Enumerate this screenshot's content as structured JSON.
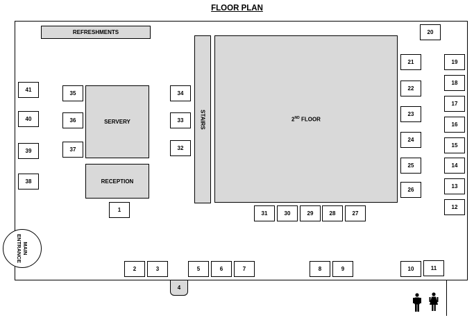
{
  "title": "FLOOR PLAN",
  "areas": {
    "refreshments": "REFRESHMENTS",
    "servery": "SERVERY",
    "reception": "RECEPTION",
    "stairs": "STAIRS",
    "second_floor_number": "2",
    "second_floor_suffix": "ND",
    "second_floor_label": " FLOOR",
    "main_entrance": "MAIN\nENTRANCE"
  },
  "booths": [
    "1",
    "2",
    "3",
    "4",
    "5",
    "6",
    "7",
    "8",
    "9",
    "10",
    "11",
    "12",
    "13",
    "14",
    "15",
    "16",
    "17",
    "18",
    "19",
    "20",
    "21",
    "22",
    "23",
    "24",
    "25",
    "26",
    "27",
    "28",
    "29",
    "30",
    "31",
    "32",
    "33",
    "34",
    "35",
    "36",
    "37",
    "38",
    "39",
    "40",
    "41"
  ],
  "icons": [
    "male-toilet-icon",
    "female-toilet-icon"
  ]
}
